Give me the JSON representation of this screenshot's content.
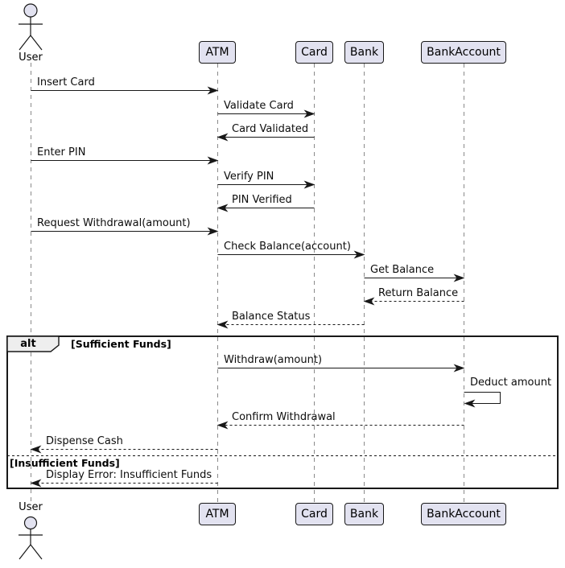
{
  "diagram": {
    "type": "uml-sequence-diagram",
    "participants": [
      {
        "name": "User",
        "kind": "actor"
      },
      {
        "name": "ATM",
        "kind": "participant"
      },
      {
        "name": "Card",
        "kind": "participant"
      },
      {
        "name": "Bank",
        "kind": "participant"
      },
      {
        "name": "BankAccount",
        "kind": "participant"
      }
    ],
    "messages": [
      {
        "label": "Insert Card",
        "from": "User",
        "to": "ATM",
        "style": "solid"
      },
      {
        "label": "Validate Card",
        "from": "ATM",
        "to": "Card",
        "style": "solid"
      },
      {
        "label": "Card Validated",
        "from": "Card",
        "to": "ATM",
        "style": "solid"
      },
      {
        "label": "Enter PIN",
        "from": "User",
        "to": "ATM",
        "style": "solid"
      },
      {
        "label": "Verify PIN",
        "from": "ATM",
        "to": "Card",
        "style": "solid"
      },
      {
        "label": "PIN Verified",
        "from": "Card",
        "to": "ATM",
        "style": "solid"
      },
      {
        "label": "Request Withdrawal(amount)",
        "from": "User",
        "to": "ATM",
        "style": "solid"
      },
      {
        "label": "Check Balance(account)",
        "from": "ATM",
        "to": "Bank",
        "style": "solid"
      },
      {
        "label": "Get Balance",
        "from": "Bank",
        "to": "BankAccount",
        "style": "solid"
      },
      {
        "label": "Return Balance",
        "from": "BankAccount",
        "to": "Bank",
        "style": "dashed"
      },
      {
        "label": "Balance Status",
        "from": "Bank",
        "to": "ATM",
        "style": "dashed"
      },
      {
        "label": "Withdraw(amount)",
        "from": "ATM",
        "to": "BankAccount",
        "style": "solid"
      },
      {
        "label": "Deduct amount",
        "from": "BankAccount",
        "to": "BankAccount",
        "style": "self"
      },
      {
        "label": "Confirm Withdrawal",
        "from": "BankAccount",
        "to": "ATM",
        "style": "dashed"
      },
      {
        "label": "Dispense Cash",
        "from": "ATM",
        "to": "User",
        "style": "dashed"
      },
      {
        "label": "Display Error: Insufficient Funds",
        "from": "ATM",
        "to": "User",
        "style": "dashed"
      }
    ],
    "alt_frame": {
      "operator": "alt",
      "conditions": [
        "[Sufficient Funds]",
        "[Insufficient Funds]"
      ]
    },
    "colors": {
      "participant_fill": "#E2E2F0",
      "border": "#181818",
      "lifeline": "#8A8A8A",
      "frame_label_fill": "#EEEEEE",
      "background": "#FFFFFF"
    }
  }
}
